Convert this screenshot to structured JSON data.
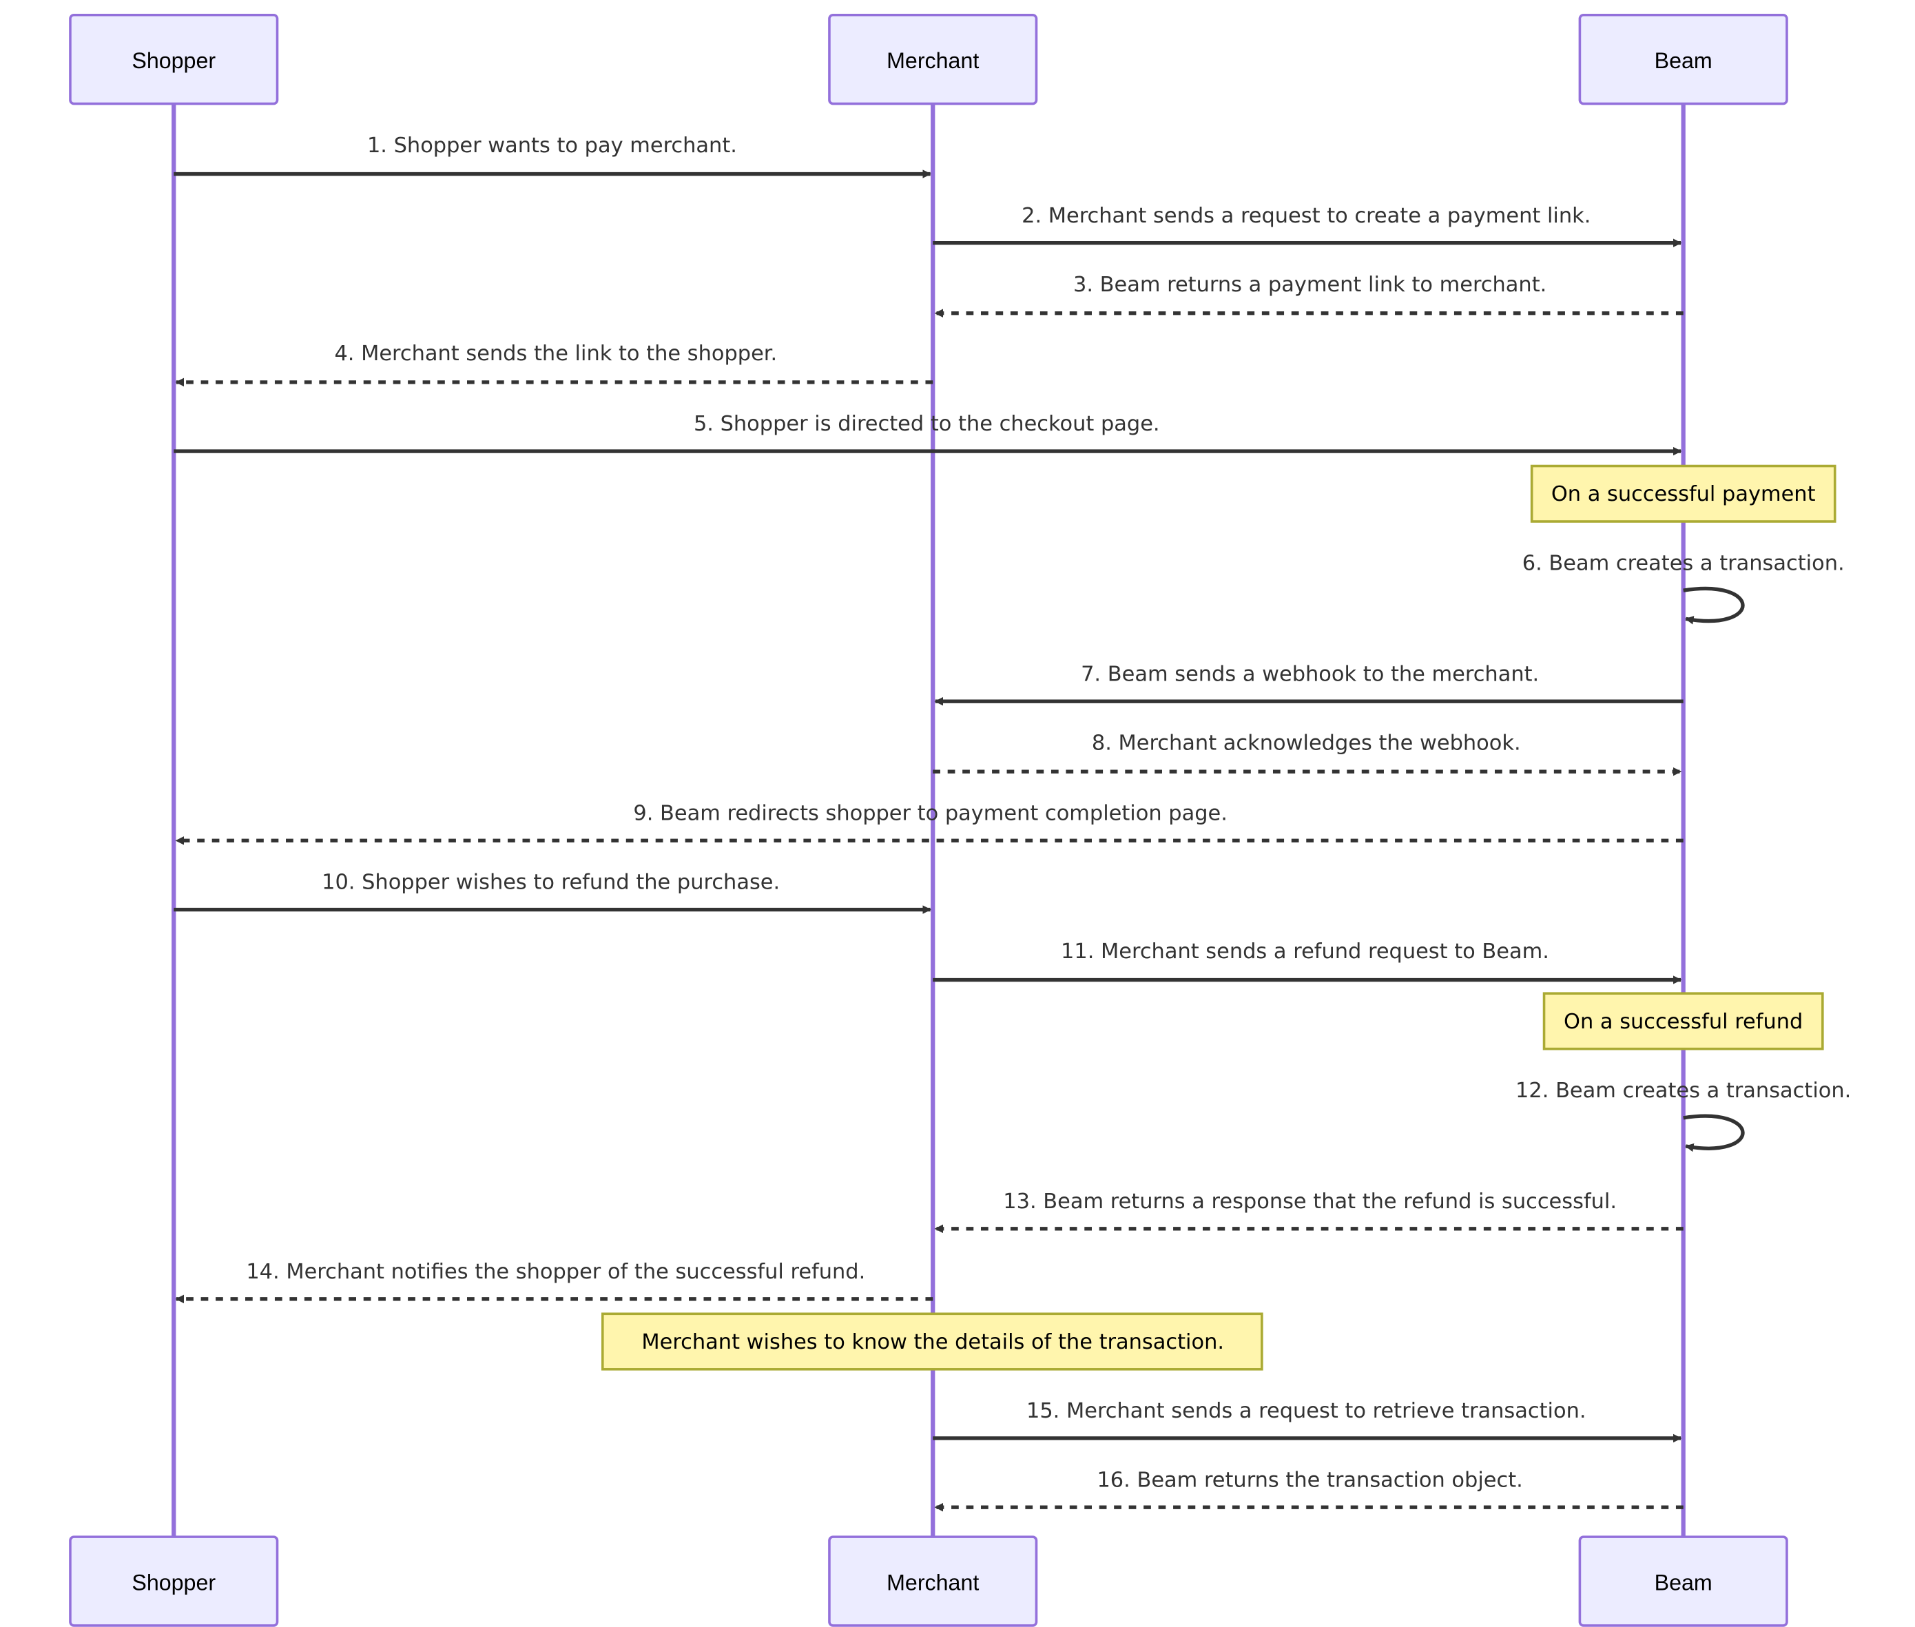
{
  "participants": [
    {
      "id": "shopper",
      "label": "Shopper"
    },
    {
      "id": "merchant",
      "label": "Merchant"
    },
    {
      "id": "beam",
      "label": "Beam"
    }
  ],
  "messages": [
    {
      "id": 1,
      "from": "shopper",
      "to": "merchant",
      "style": "solid",
      "text": "1. Shopper wants to pay merchant."
    },
    {
      "id": 2,
      "from": "merchant",
      "to": "beam",
      "style": "solid",
      "text": "2. Merchant sends a request to create a payment link."
    },
    {
      "id": 3,
      "from": "beam",
      "to": "merchant",
      "style": "dashed",
      "text": "3. Beam returns a payment link to merchant."
    },
    {
      "id": 4,
      "from": "merchant",
      "to": "shopper",
      "style": "dashed",
      "text": "4. Merchant sends the link to the shopper."
    },
    {
      "id": 5,
      "from": "shopper",
      "to": "beam",
      "style": "solid",
      "text": "5. Shopper is directed to the checkout page."
    },
    {
      "id": 6,
      "from": "beam",
      "to": "beam",
      "style": "solid",
      "text": "6. Beam creates a transaction."
    },
    {
      "id": 7,
      "from": "beam",
      "to": "merchant",
      "style": "solid",
      "text": "7. Beam sends a webhook to the merchant."
    },
    {
      "id": 8,
      "from": "merchant",
      "to": "beam",
      "style": "dashed",
      "text": "8. Merchant acknowledges the webhook."
    },
    {
      "id": 9,
      "from": "beam",
      "to": "shopper",
      "style": "dashed",
      "text": "9. Beam redirects shopper to payment completion page."
    },
    {
      "id": 10,
      "from": "shopper",
      "to": "merchant",
      "style": "solid",
      "text": "10. Shopper wishes to refund the purchase."
    },
    {
      "id": 11,
      "from": "merchant",
      "to": "beam",
      "style": "solid",
      "text": "11. Merchant sends a refund request to Beam."
    },
    {
      "id": 12,
      "from": "beam",
      "to": "beam",
      "style": "solid",
      "text": "12. Beam creates a transaction."
    },
    {
      "id": 13,
      "from": "beam",
      "to": "merchant",
      "style": "dashed",
      "text": "13. Beam returns a response that the refund is successful."
    },
    {
      "id": 14,
      "from": "merchant",
      "to": "shopper",
      "style": "dashed",
      "text": "14. Merchant notifies the shopper of the successful refund."
    },
    {
      "id": 15,
      "from": "merchant",
      "to": "beam",
      "style": "solid",
      "text": "15. Merchant sends a request to retrieve transaction."
    },
    {
      "id": 16,
      "from": "beam",
      "to": "merchant",
      "style": "dashed",
      "text": "16. Beam returns the transaction object."
    }
  ],
  "notes": [
    {
      "id": "payment",
      "over": "beam",
      "text": "On a successful payment"
    },
    {
      "id": "refund",
      "over": "beam",
      "text": "On a successful refund"
    },
    {
      "id": "details",
      "over": "merchant",
      "text": "Merchant wishes to know the details of the transaction."
    }
  ],
  "colors": {
    "actor_fill": "#ECECFF",
    "actor_stroke": "#9370DB",
    "lifeline": "#9370DB",
    "message": "#333333",
    "note_fill": "#FFF5AD",
    "note_stroke": "#AAAA33"
  }
}
